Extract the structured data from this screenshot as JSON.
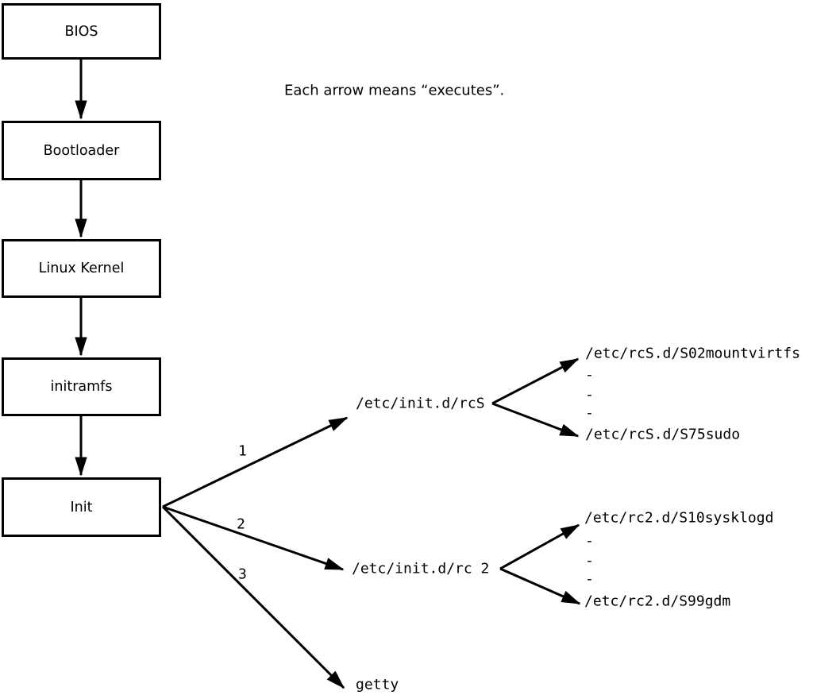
{
  "note": "Each arrow means “executes”.",
  "chain": [
    {
      "label": "BIOS"
    },
    {
      "label": "Bootloader"
    },
    {
      "label": "Linux Kernel"
    },
    {
      "label": "initramfs"
    },
    {
      "label": "Init"
    }
  ],
  "init_targets": [
    {
      "order": "1",
      "label": "/etc/init.d/rcS",
      "scripts": {
        "first": "/etc/rcS.d/S02mountvirtfs",
        "dashes": [
          "-",
          "-",
          "-"
        ],
        "last": "/etc/rcS.d/S75sudo"
      }
    },
    {
      "order": "2",
      "label": "/etc/init.d/rc 2",
      "scripts": {
        "first": "/etc/rc2.d/S10sysklogd",
        "dashes": [
          "-",
          "-",
          "-"
        ],
        "last": "/etc/rc2.d/S99gdm"
      }
    },
    {
      "order": "3",
      "label": "getty"
    }
  ],
  "colors": {
    "line": "#000000",
    "background": "#ffffff",
    "box_fill": "#ffffff"
  }
}
